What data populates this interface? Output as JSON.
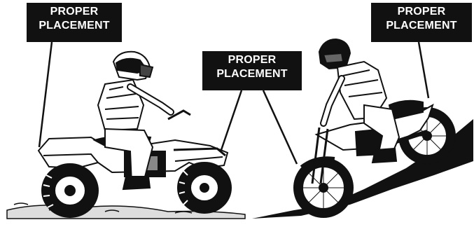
{
  "labels": [
    {
      "line1": "PROPER",
      "line2": "PLACEMENT"
    },
    {
      "line1": "PROPER",
      "line2": "PLACEMENT"
    },
    {
      "line1": "PROPER",
      "line2": "PLACEMENT"
    }
  ],
  "colors": {
    "ink": "#111111",
    "paper": "#ffffff"
  }
}
